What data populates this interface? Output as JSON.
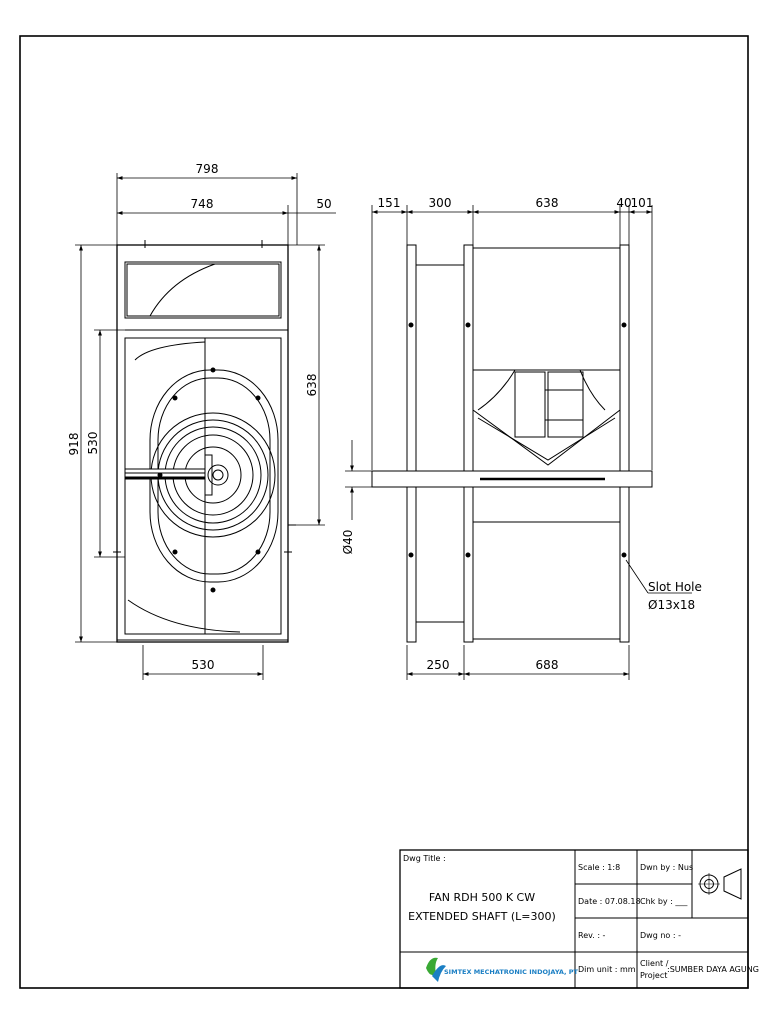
{
  "dimensions": {
    "front_width_overall": "798",
    "front_width_body": "748",
    "front_offset": "50",
    "front_height_overall": "918",
    "front_inlet_height": "530",
    "front_outlet_height": "638",
    "front_bottom_width": "530",
    "side_left_shaft": "151",
    "side_inlet_length": "300",
    "side_housing_length": "638",
    "side_gap": "40",
    "side_right_shaft": "101",
    "side_bottom_left": "250",
    "side_bottom_right": "688",
    "shaft_diameter": "Ø40"
  },
  "annotation": {
    "slot_hole_label": "Slot Hole",
    "slot_hole_size": "Ø13x18"
  },
  "title_block": {
    "dwg_title_label": "Dwg Title :",
    "title_line1": "FAN RDH 500 K CW",
    "title_line2": "EXTENDED SHAFT (L=300)",
    "scale": "Scale  :  1:8",
    "date": "Date  :  07.08.18",
    "rev": "Rev.   :  -",
    "dim_unit": "Dim unit :  mm",
    "drawn_by": "Dwn by :  Nus",
    "checked_by": "Chk by :  ___",
    "dwg_no": "Dwg no :  -",
    "client_label_1": "Client  /",
    "client_label_2": "Project",
    "client_value": ":SUMBER DAYA AGUNG",
    "company": "SIMTEX MECHATRONIC INDOJAYA, PT"
  },
  "colors": {
    "line": "#000000",
    "logo_green": "#3aa935",
    "logo_blue": "#1b7fc4"
  },
  "icons": {
    "projection_symbol": "first-angle-projection-icon",
    "company_logo": "simtex-logo-icon"
  }
}
